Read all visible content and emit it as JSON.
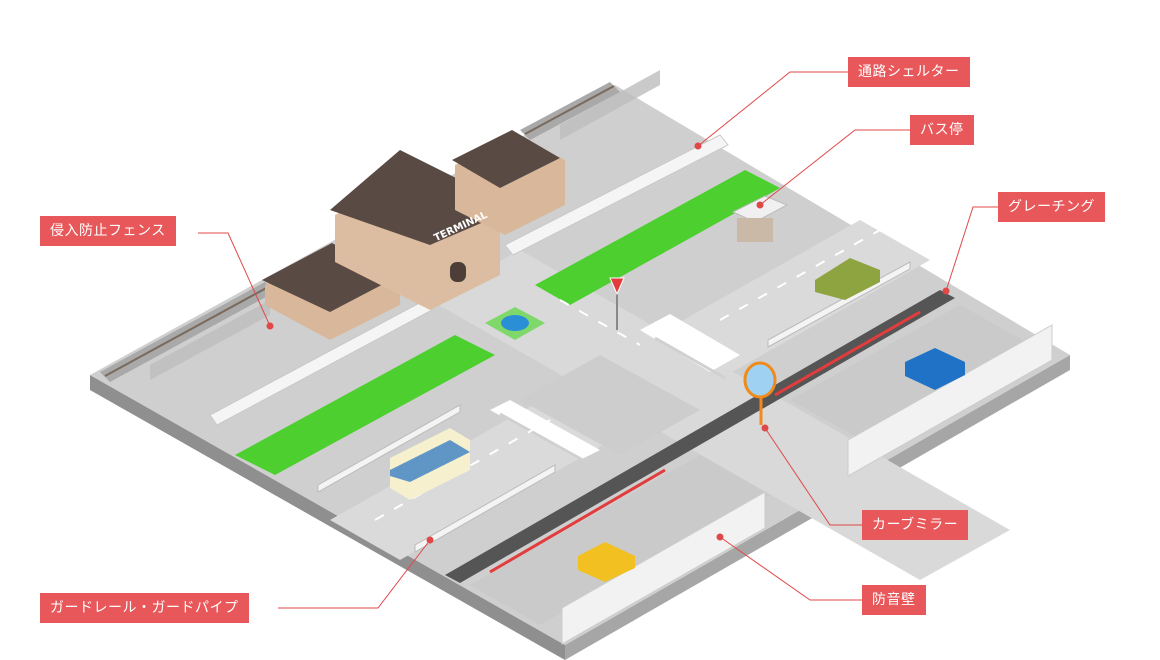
{
  "colors": {
    "ground_edge": "#9a9a9a",
    "road": "#d4d4d4",
    "sidewalk": "#c6c6c6",
    "grass": "#4ccf2f",
    "roof": "#5a4a44",
    "building": "#d9b79a",
    "callout": "#e8575a",
    "leader": "#e04848"
  },
  "building": {
    "sign_text": "TERMINAL"
  },
  "callouts": [
    {
      "id": "shelter",
      "label": "通路シェルター"
    },
    {
      "id": "bus_stop",
      "label": "バス停"
    },
    {
      "id": "grating",
      "label": "グレーチング"
    },
    {
      "id": "fence",
      "label": "侵入防止フェンス"
    },
    {
      "id": "curve_mirror",
      "label": "カーブミラー"
    },
    {
      "id": "sound_barrier",
      "label": "防音壁"
    },
    {
      "id": "guardrail",
      "label": "ガードレール・ガードパイプ"
    }
  ]
}
